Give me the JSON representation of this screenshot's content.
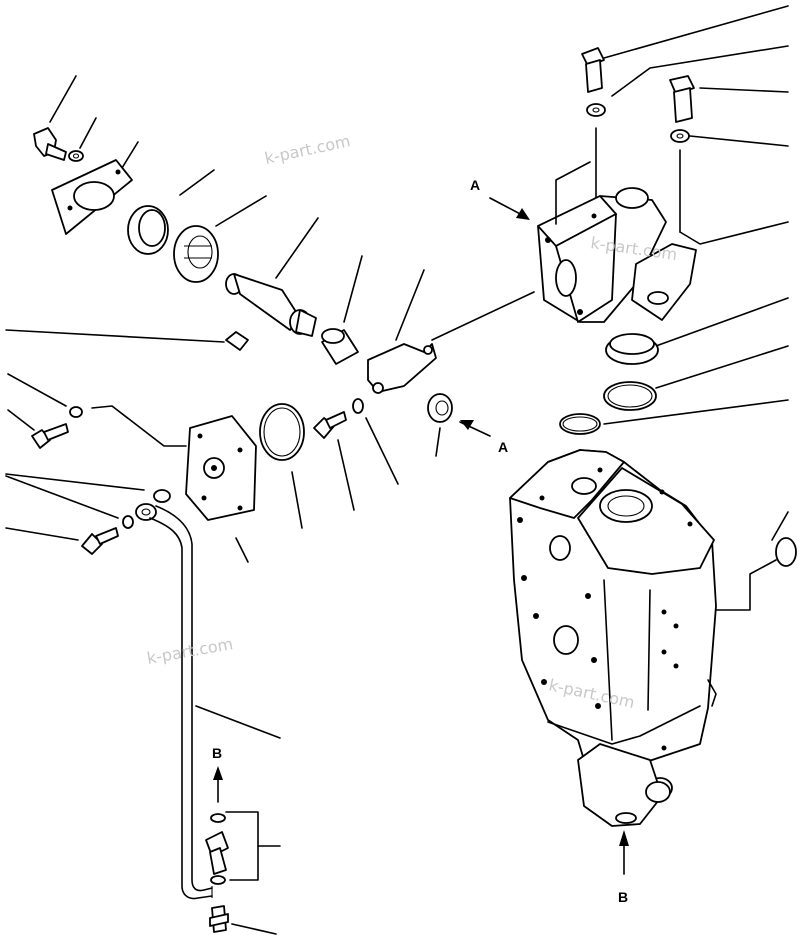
{
  "labels": {
    "arrow_a_top": "A",
    "arrow_a_bottom": "A",
    "arrow_b_left": "B",
    "arrow_b_bottom": "B"
  },
  "watermarks": {
    "wm1": "k-part.com",
    "wm2": "k-part.com",
    "wm3": "k-part.com",
    "wm4": "k-part.com"
  }
}
